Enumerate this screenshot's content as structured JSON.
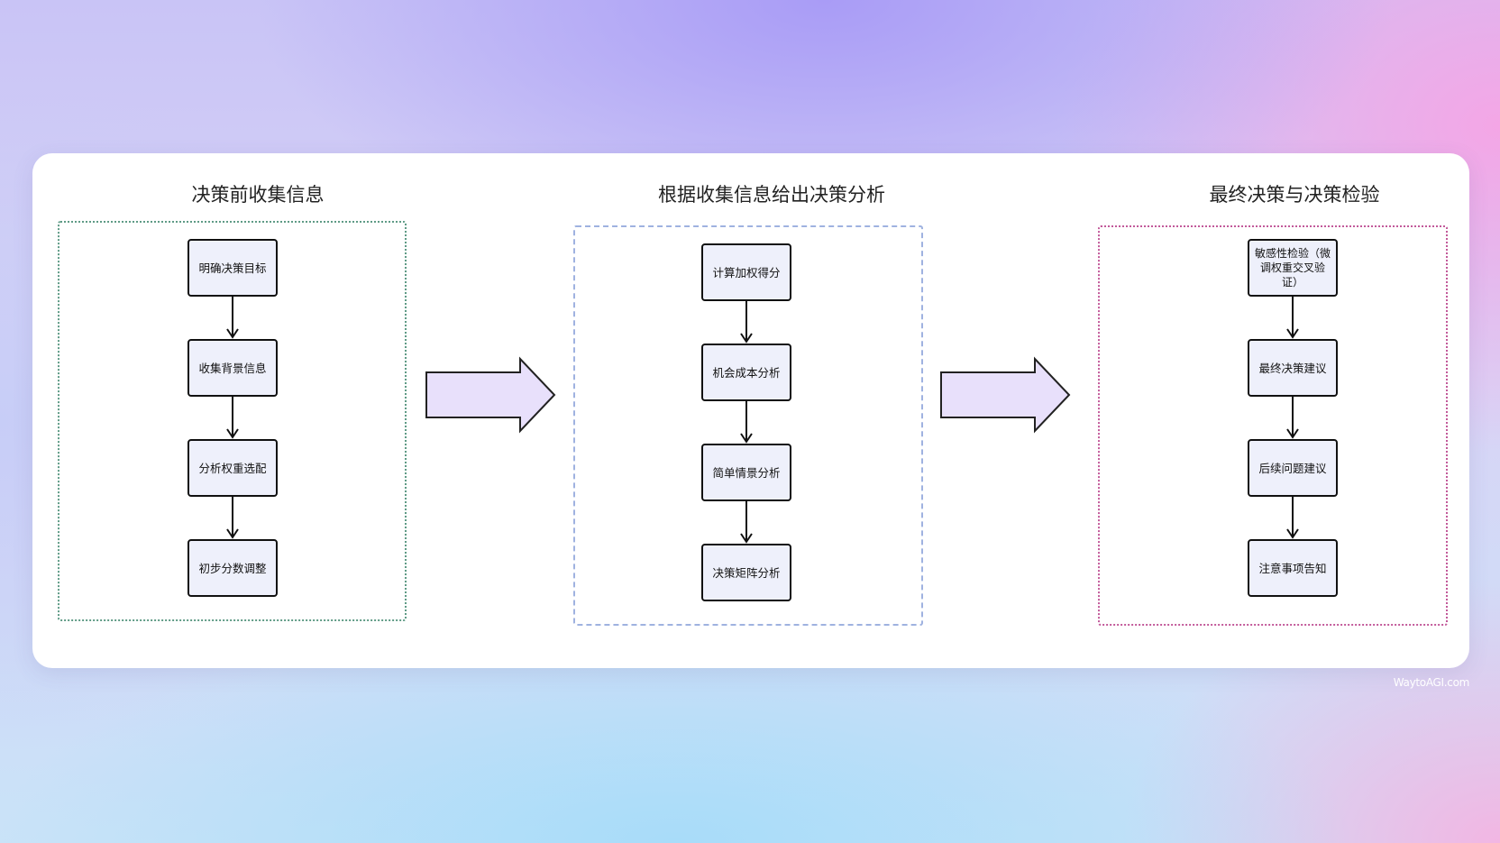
{
  "stages": [
    {
      "title": "决策前收集信息",
      "border_color": "#5f9b86",
      "steps": [
        "明确决策目标",
        "收集背景信息",
        "分析权重选配",
        "初步分数调整"
      ]
    },
    {
      "title": "根据收集信息给出决策分析",
      "border_color": "#9fb2e0",
      "steps": [
        "计算加权得分",
        "机会成本分析",
        "简单情景分析",
        "决策矩阵分析"
      ]
    },
    {
      "title": "最终决策与决策检验",
      "border_color": "#c25a9a",
      "steps": [
        "敏感性检验（微调权重交叉验证）",
        "最终决策建议",
        "后续问题建议",
        "注意事项告知"
      ]
    }
  ],
  "colors": {
    "node_fill": "#eef0fb",
    "node_border": "#111111",
    "big_arrow_fill": "#e8e0fb",
    "big_arrow_stroke": "#222222"
  },
  "watermark": "WaytoAGI.com"
}
